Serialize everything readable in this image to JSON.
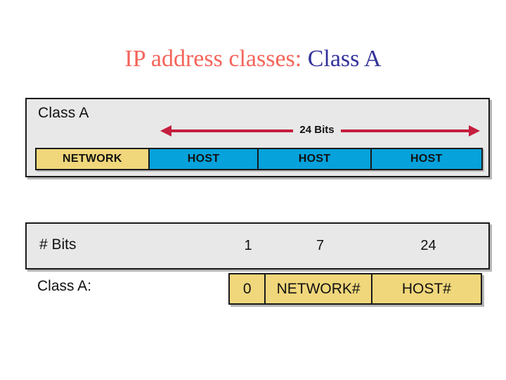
{
  "title": {
    "primary": "IP address classes:",
    "secondary": "Class A",
    "primary_color": "#F4645A",
    "secondary_color": "#33339A"
  },
  "panel_one": {
    "label": "Class A",
    "arrow": {
      "label": "24 Bits",
      "color": "#C41E3E",
      "direction": "double"
    },
    "fields": [
      {
        "label": "NETWORK",
        "fill": "#F0D77B",
        "width_pct": 25.4
      },
      {
        "label": "HOST",
        "fill": "#06A2DB",
        "width_pct": 24.6
      },
      {
        "label": "HOST",
        "fill": "#06A2DB",
        "width_pct": 25.3
      },
      {
        "label": "HOST",
        "fill": "#06A2DB",
        "width_pct": 24.7
      }
    ]
  },
  "panel_two": {
    "label": "# Bits",
    "bit_counts": [
      "1",
      "7",
      "24"
    ]
  },
  "class_row": {
    "label": "Class A:",
    "fields": [
      {
        "label": "0",
        "fill": "#F0D77B",
        "width_pct": 14.4
      },
      {
        "label": "NETWORK#",
        "fill": "#F0D77B",
        "width_pct": 42.4
      },
      {
        "label": "HOST#",
        "fill": "#F0D77B",
        "width_pct": 43.2
      }
    ]
  }
}
